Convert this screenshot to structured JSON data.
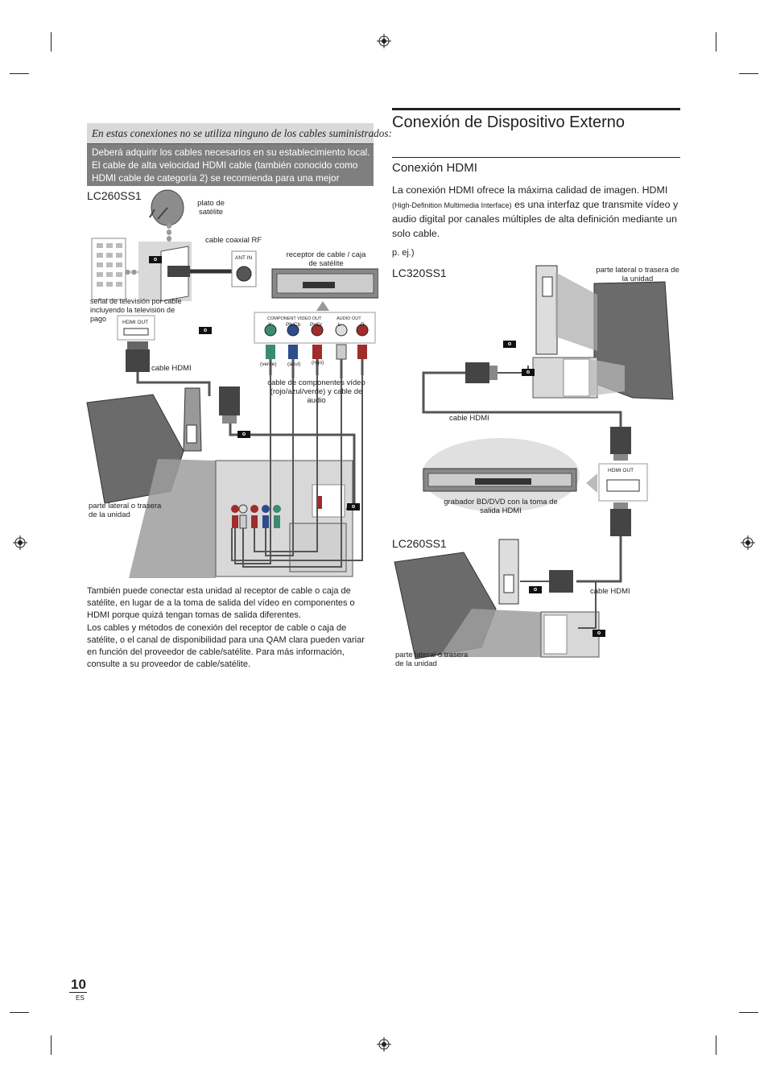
{
  "note": {
    "heading": "En estas conexiones no se utiliza ninguno de los cables suministrados:",
    "body": "Deberá adquirir los cables necesarios en su establecimiento local. El cable de alta velocidad HDMI cable (también conocido como HDMI cable de categoría 2) se recomienda para una mejor compatibilidad."
  },
  "page": {
    "title": "Conexión de Dispositivo Externo",
    "section_title": "Conexión HDMI",
    "intro_a": "La conexión HDMI ofrece la máxima calidad de imagen. HDMI ",
    "intro_small": "(High-Definition Multimedia Interface)",
    "intro_b": " es una interfaz que transmite vídeo y audio digital por canales múltiples de alta definición mediante un solo cable.",
    "example": "p. ej.)",
    "page_number": "10",
    "language": "ES"
  },
  "left_diagram": {
    "model": "LC260SS1",
    "dish_label": "plato de satélite",
    "coax_label": "cable coaxial RF",
    "ant_in": "ANT IN",
    "receiver_label": "receptor de cable / caja de satélite",
    "signal_label": "señal de televisión por cable incluyendo la televisión de pago",
    "hdmi_out": "HDMI OUT",
    "component_out": "COMPONENT VIDEO OUT",
    "audio_out": "AUDIO OUT",
    "y": "Y",
    "pb": "Pb/Cb",
    "pr": "Pr/Cr",
    "l": "L",
    "r": "R",
    "green": "(verde)",
    "blue": "(azul)",
    "red": "(rojo)",
    "hdmi_cable": "cable HDMI",
    "component_cable": "cable de componentes vídeo (rojo/azul/verde) y cable de audio",
    "unit_side": "parte lateral o trasera de la unidad",
    "badge": "o"
  },
  "right_diagram": {
    "model_top": "LC320SS1",
    "model_bottom": "LC260SS1",
    "unit_side_top": "parte lateral o trasera de la unidad",
    "hdmi_cable_top": "cable HDMI",
    "hdmi_out": "HDMI OUT",
    "recorder_label": "grabador BD/DVD con la toma de salida HDMI",
    "hdmi_cable_bottom": "cable HDMI",
    "unit_side_bottom": "parte lateral o trasera de la unidad",
    "badge": "o"
  },
  "body_text": {
    "para1": "También puede conectar esta unidad al receptor de cable o caja de satélite, en lugar de a la toma de salida del vídeo en componentes o HDMI porque quizá tengan tomas de salida diferentes.",
    "para2": "Los cables y métodos de conexión del receptor de cable o caja de satélite, o el canal de disponibilidad para una QAM clara pueden variar en función del proveedor de cable/satélite. Para más información, consulte a su proveedor de cable/satélite."
  }
}
